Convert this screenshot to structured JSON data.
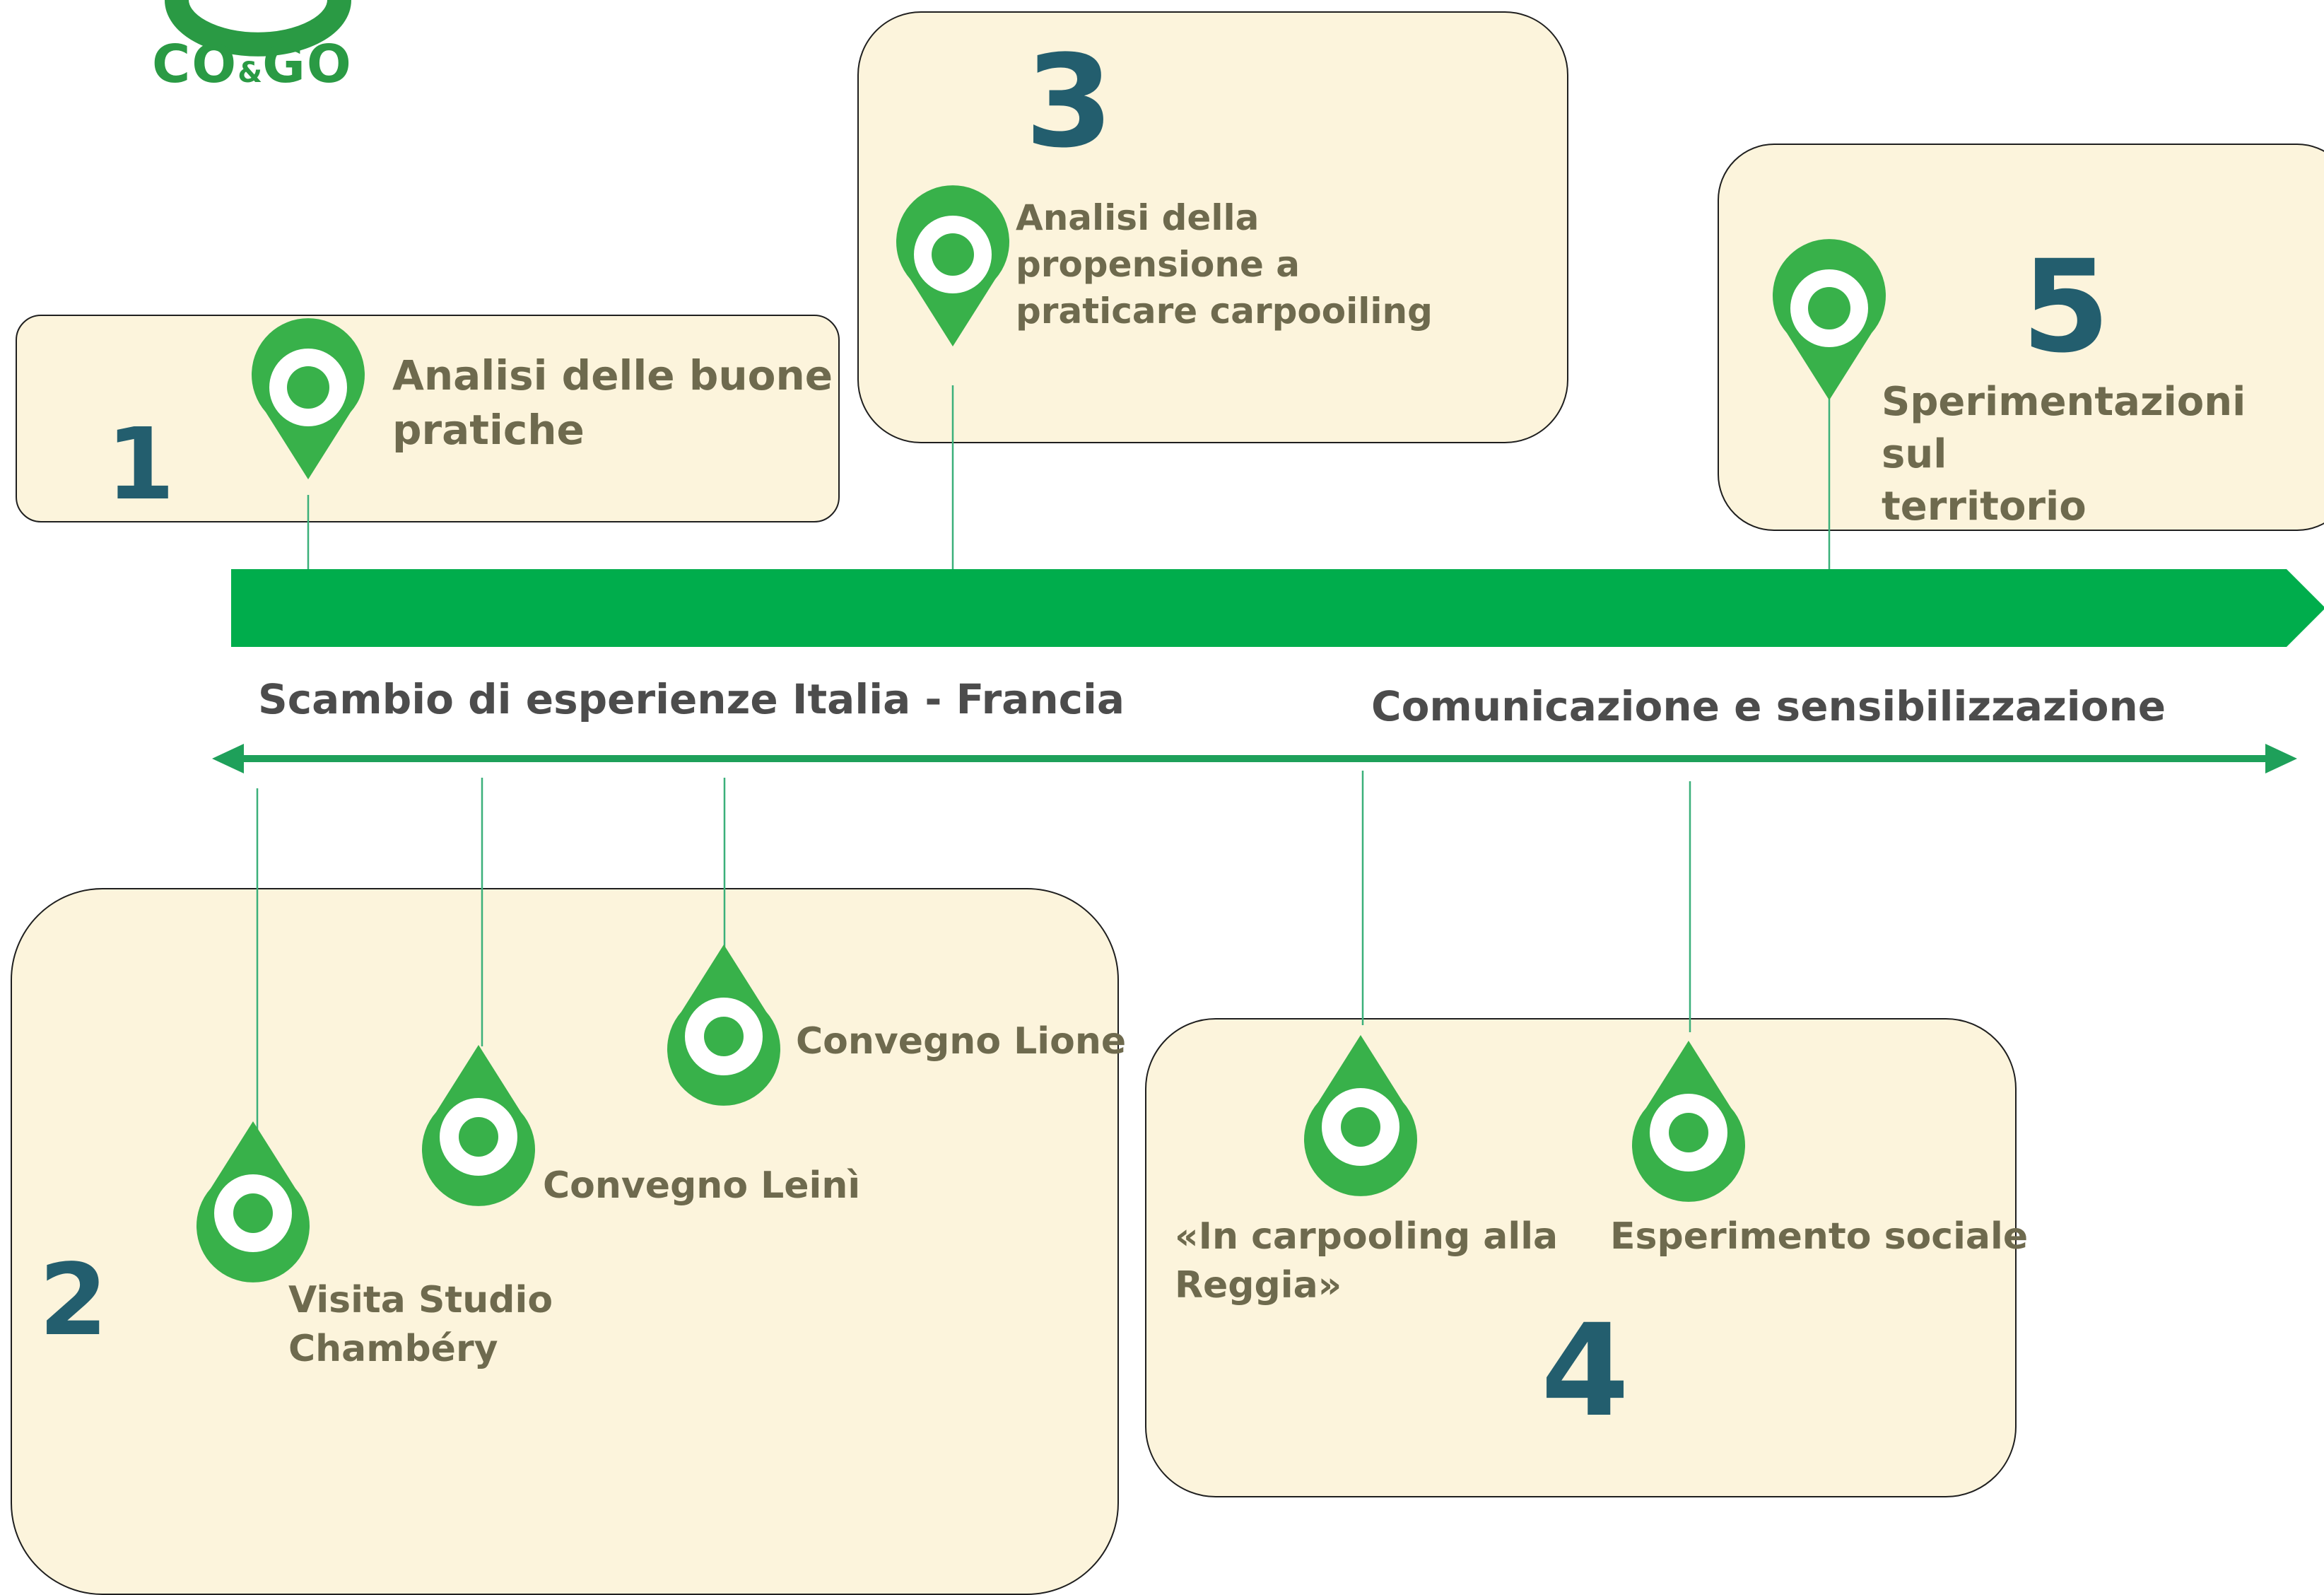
{
  "logo": {
    "text_left": "CO",
    "amp": "&",
    "text_right": "GO"
  },
  "colors": {
    "accent_green": "#00ad4c",
    "pin_green": "#38b14a",
    "number_teal": "#235e6e",
    "label_olive": "#6e6a4e",
    "box_fill": "#fcf4dc"
  },
  "steps": [
    {
      "number": "1",
      "label_lines": [
        "Analisi delle buone",
        "pratiche"
      ],
      "icon": "map-pin-icon"
    },
    {
      "number": "2",
      "items": [
        {
          "label_lines": [
            "Visita Studio",
            "Chambéry"
          ],
          "icon": "map-pin-icon"
        },
        {
          "label_lines": [
            "Convegno Leinì"
          ],
          "icon": "map-pin-icon"
        },
        {
          "label_lines": [
            "Convegno Lione"
          ],
          "icon": "map-pin-icon"
        }
      ]
    },
    {
      "number": "3",
      "label_lines": [
        "Analisi della",
        "propensione a",
        "praticare carpooiling"
      ],
      "icon": "map-pin-icon"
    },
    {
      "number": "4",
      "items": [
        {
          "label_lines": [
            "«In carpooling alla",
            "Reggia»"
          ],
          "icon": "map-pin-icon"
        },
        {
          "label_lines": [
            "Esperimento sociale"
          ],
          "icon": "map-pin-icon"
        }
      ]
    },
    {
      "number": "5",
      "label_lines": [
        "Sperimentazioni sul",
        "territorio"
      ],
      "icon": "map-pin-icon"
    }
  ],
  "tracks": {
    "left_label": "Scambio di esperienze Italia - Francia",
    "right_label": "Comunicazione e sensibilizzazione"
  }
}
